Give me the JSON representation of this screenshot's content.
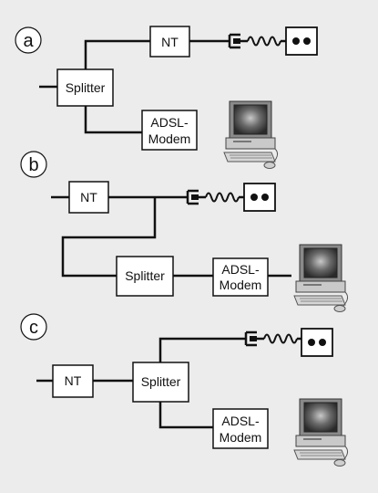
{
  "panels": [
    {
      "label": "a",
      "splitter": "Splitter",
      "nt": "NT",
      "modem_line1": "ADSL-",
      "modem_line2": "Modem"
    },
    {
      "label": "b",
      "splitter": "Splitter",
      "nt": "NT",
      "modem_line1": "ADSL-",
      "modem_line2": "Modem"
    },
    {
      "label": "c",
      "splitter": "Splitter",
      "nt": "NT",
      "modem_line1": "ADSL-",
      "modem_line2": "Modem"
    }
  ],
  "icons": [
    "phone-plug-icon",
    "phone-socket-icon",
    "computer-icon"
  ],
  "colors": {
    "background": "#ececec",
    "line": "#111111",
    "box": "#ffffff"
  }
}
